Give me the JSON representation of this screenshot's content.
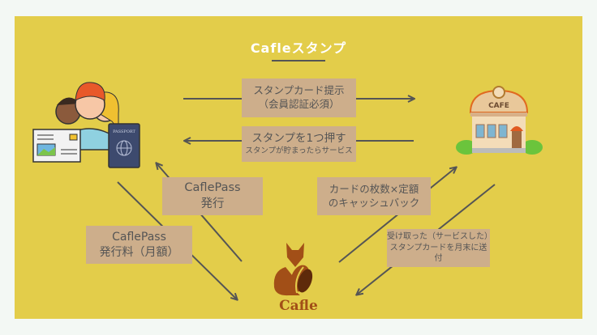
{
  "title": "Cafleスタンプ",
  "boxes": {
    "present_card": {
      "line1": "スタンプカード提示",
      "line2": "（会員認証必須）"
    },
    "push_stamp": {
      "line1": "スタンプを1つ押す",
      "line2": "スタンプが貯まったらサービス"
    },
    "issue_pass": {
      "line1": "CaflePass",
      "line2": "発行"
    },
    "cashback": {
      "line1": "カードの枚数×定額",
      "line2": "のキャッシュバック"
    },
    "pass_fee": {
      "line1": "CaflePass",
      "line2": "発行料（月額）"
    },
    "send_cards": {
      "line1": "受け取った（サービスした）",
      "line2": "スタンプカードを月末に送付"
    }
  },
  "illustrations": {
    "passport_label": "PASSPORT",
    "cafe_sign": "CAFE"
  },
  "logo": {
    "text": "Cafle"
  },
  "colors": {
    "background": "#e3cd4a",
    "box": "#cdae8b",
    "text": "#555555",
    "brand": "#a24f17"
  }
}
